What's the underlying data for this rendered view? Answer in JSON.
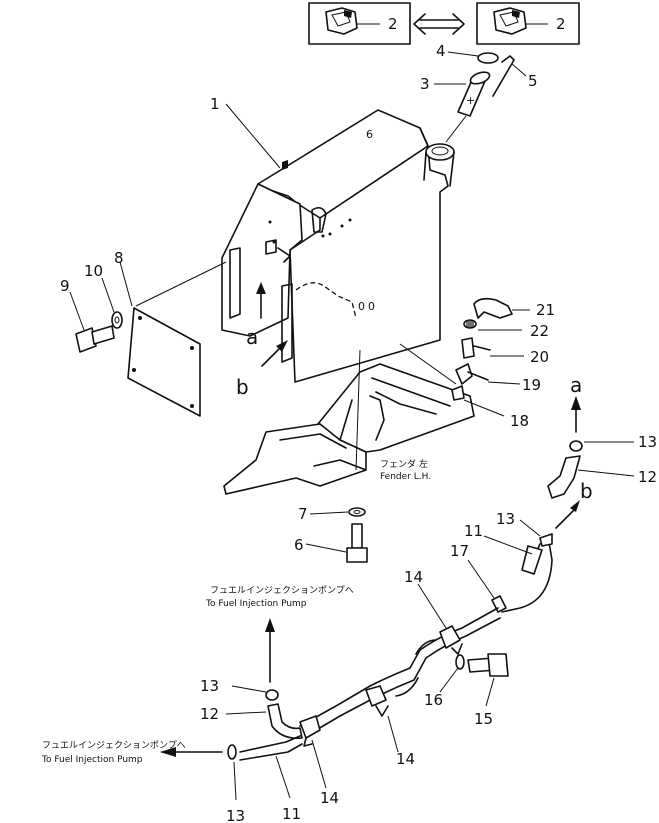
{
  "callouts": {
    "n1": "1",
    "n2a": "2",
    "n2b": "2",
    "n3": "3",
    "n4": "4",
    "n5": "5",
    "n6": "6",
    "n7": "7",
    "n8": "8",
    "n9": "9",
    "n10": "10",
    "n11a": "11",
    "n11b": "11",
    "n12a": "12",
    "n12b": "12",
    "n13a": "13",
    "n13b": "13",
    "n13c": "13",
    "n13d": "13",
    "n14a": "14",
    "n14b": "14",
    "n14c": "14",
    "n15": "15",
    "n16": "16",
    "n17": "17",
    "n18": "18",
    "n19": "19",
    "n20": "20",
    "n21": "21",
    "n22": "22"
  },
  "markers": {
    "a1": "a",
    "b1": "b",
    "a2": "a",
    "b2": "b"
  },
  "notes": {
    "fender_jp": "フェンダ 左",
    "fender_en": "Fender L.H.",
    "pump_top_jp": "フュエルインジェクションポンプへ",
    "pump_top_en": "To Fuel Injection Pump",
    "pump_left_jp": "フュエルインジェクションポンプへ",
    "pump_left_en": "To Fuel Injection Pump"
  }
}
